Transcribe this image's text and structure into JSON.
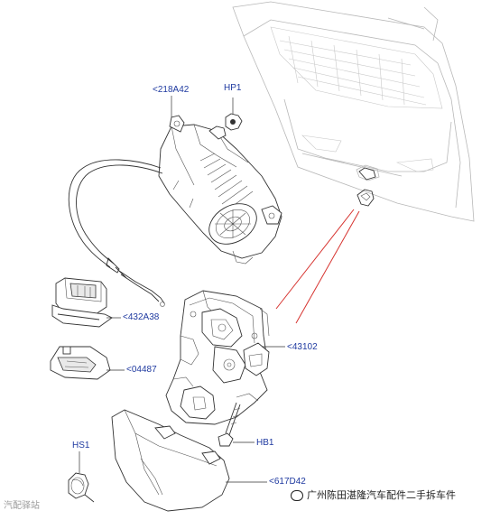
{
  "callouts": {
    "c218a42": "<218A42",
    "hp1": "HP1",
    "c432a38": "<432A38",
    "c04487": "<04487",
    "c43102": "<43102",
    "hb1": "HB1",
    "hs1": "HS1",
    "c617d42": "<617D42"
  },
  "watermark": {
    "right_text": "广州陈田湛隆汽车配件二手拆车件",
    "left_text": "汽配驿站"
  },
  "colors": {
    "callout_text": "#1f3aa0",
    "guide_line": "#d6322e",
    "outline": "#333333"
  }
}
